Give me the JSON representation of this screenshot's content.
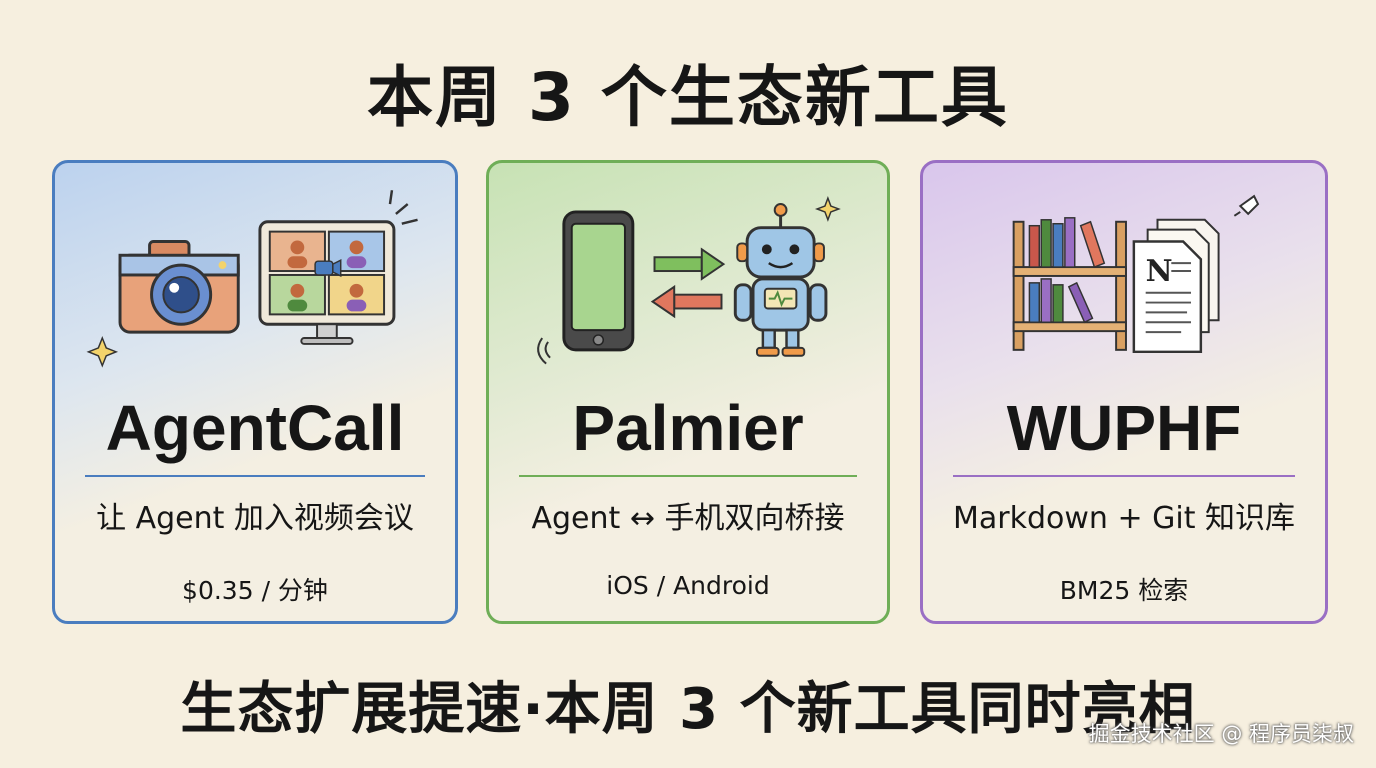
{
  "title": "本周 3 个生态新工具",
  "cards": [
    {
      "name": "AgentCall",
      "subtitle": "让 Agent 加入视频会议",
      "meta": "$0.35 / 分钟",
      "accent": "#4a7dbf",
      "icons": [
        "camera-icon",
        "video-call-monitor-icon",
        "sparkle-icon"
      ]
    },
    {
      "name": "Palmier",
      "subtitle": "Agent ↔ 手机双向桥接",
      "meta": "iOS / Android",
      "accent": "#6fae57",
      "icons": [
        "smartphone-icon",
        "arrows-icon",
        "robot-icon",
        "sparkle-icon"
      ]
    },
    {
      "name": "WUPHF",
      "subtitle": "Markdown + Git 知识库",
      "meta": "BM25 检索",
      "accent": "#9a6fc4",
      "icons": [
        "bookshelf-icon",
        "notion-document-icon"
      ]
    }
  ],
  "bottom_text": "生态扩展提速·本周 3 个新工具同时亮相",
  "watermark": "掘金技术社区 @ 程序员柒叔"
}
